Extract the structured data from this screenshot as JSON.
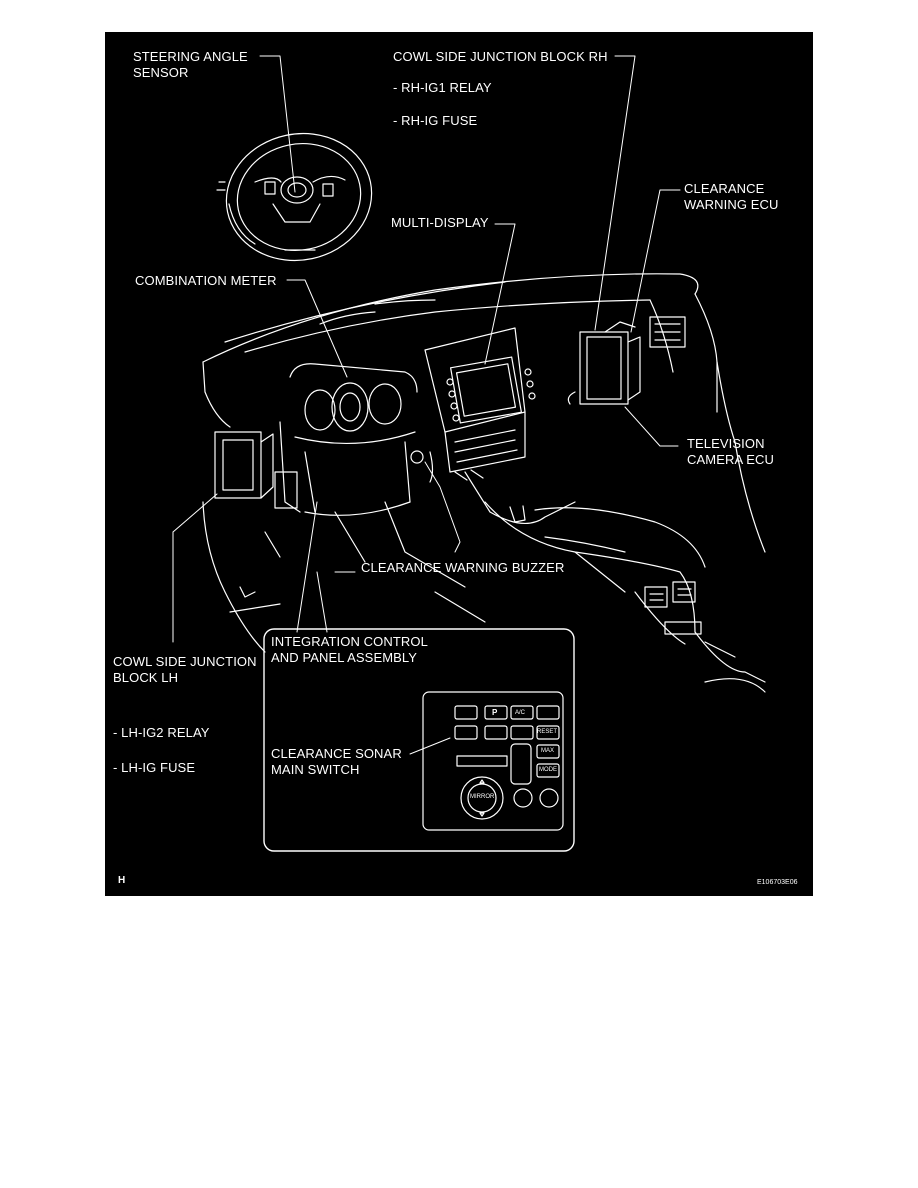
{
  "diagram": {
    "labels": {
      "steering_angle_sensor": "STEERING ANGLE\nSENSOR",
      "cowl_rh": "COWL SIDE JUNCTION BLOCK RH",
      "rh_ig1_relay": "- RH-IG1 RELAY",
      "rh_ig_fuse": "- RH-IG FUSE",
      "clearance_warning_ecu": "CLEARANCE\nWARNING ECU",
      "multi_display": "MULTI-DISPLAY",
      "combination_meter": "COMBINATION METER",
      "television_camera_ecu": "TELEVISION\nCAMERA ECU",
      "clearance_warning_buzzer": "CLEARANCE WARNING BUZZER",
      "integration_control": "INTEGRATION CONTROL\nAND PANEL ASSEMBLY",
      "cowl_lh": "COWL SIDE JUNCTION\nBLOCK LH",
      "lh_ig2_relay": "- LH-IG2 RELAY",
      "lh_ig_fuse": "- LH-IG FUSE",
      "clearance_sonar_switch": "CLEARANCE SONAR\nMAIN SWITCH"
    },
    "panel_buttons": {
      "park": "P",
      "reset": "RESET",
      "max": "MAX",
      "mode": "MODE",
      "mirror": "MIRROR",
      "a_c": "A/C"
    },
    "corner_mark": "H",
    "figure_code": "E106703E06"
  }
}
